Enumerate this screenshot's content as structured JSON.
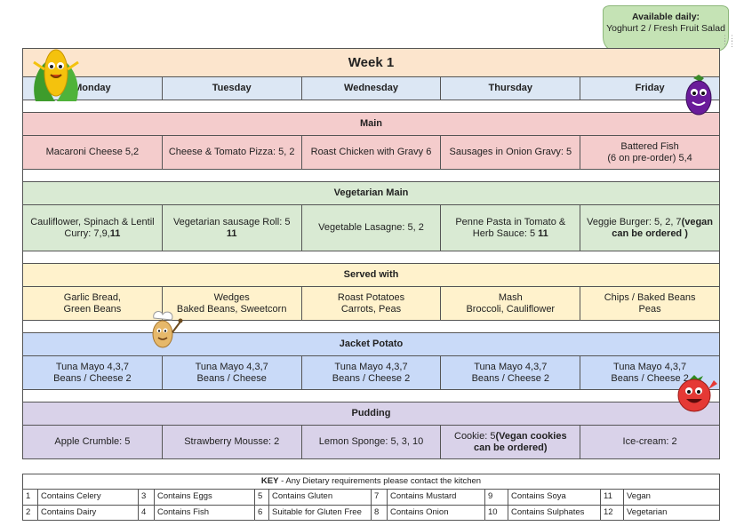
{
  "available": {
    "title": "Available daily:",
    "text": "Yoghurt 2 / Fresh Fruit Salad"
  },
  "title": "Week 1",
  "days": [
    "Monday",
    "Tuesday",
    "Wednesday",
    "Thursday",
    "Friday"
  ],
  "sections": {
    "main": {
      "label": "Main",
      "items": [
        "Macaroni Cheese 5,2",
        "Cheese & Tomato Pizza: 5, 2",
        "Roast Chicken with Gravy 6",
        "Sausages in Onion Gravy: 5",
        "Battered Fish",
        "(6 on pre-order) 5,4"
      ]
    },
    "veg": {
      "label": "Vegetarian Main",
      "items": [
        "Cauliflower, Spinach & Lentil Curry: 7,9,",
        "11",
        "Vegetarian sausage Roll: 5",
        "11",
        "Vegetable Lasagne: 5, 2",
        "Penne Pasta in Tomato & Herb Sauce: 5 ",
        "11",
        "Veggie Burger: 5, 2, 7",
        "(vegan can be ordered )"
      ]
    },
    "served": {
      "label": "Served with",
      "items": [
        "Garlic Bread,",
        "Green Beans",
        "Wedges",
        "Baked Beans, Sweetcorn",
        "Roast Potatoes",
        "Carrots, Peas",
        "Mash",
        "Broccoli, Cauliflower",
        "Chips / Baked Beans",
        "Peas"
      ]
    },
    "jacket": {
      "label": "Jacket Potato",
      "items": [
        "Tuna Mayo 4,3,7",
        "Beans / Cheese 2",
        "Tuna Mayo 4,3,7",
        "Beans / Cheese",
        "Tuna Mayo 4,3,7",
        "Beans / Cheese 2",
        "Tuna Mayo 4,3,7",
        "Beans / Cheese 2",
        "Tuna Mayo 4,3,7",
        "Beans / Cheese 2"
      ]
    },
    "pudding": {
      "label": "Pudding",
      "items": [
        "Apple Crumble: 5",
        "Strawberry Mousse: 2",
        "Lemon Sponge: 5, 3, 10",
        "Cookie: 5",
        "(Vegan cookies can be ordered)",
        "Ice-cream: 2"
      ]
    }
  },
  "key": {
    "heading_bold": "KEY",
    "heading_rest": " - Any Dietary requirements please contact the kitchen",
    "entries": [
      {
        "n": "1",
        "label": "Contains Celery"
      },
      {
        "n": "3",
        "label": "Contains Eggs"
      },
      {
        "n": "5",
        "label": "Contains Gluten"
      },
      {
        "n": "7",
        "label": "Contains Mustard"
      },
      {
        "n": "9",
        "label": "Contains Soya"
      },
      {
        "n": "11",
        "label": "Vegan"
      },
      {
        "n": "2",
        "label": "Contains Dairy"
      },
      {
        "n": "4",
        "label": "Contains Fish"
      },
      {
        "n": "6",
        "label": "Suitable for Gluten Free"
      },
      {
        "n": "8",
        "label": "Contains Onion"
      },
      {
        "n": "10",
        "label": "Contains Sulphates"
      },
      {
        "n": "12",
        "label": "Vegetarian"
      }
    ]
  },
  "decorations": [
    "corn-icon",
    "aubergine-icon",
    "potato-chef-icon",
    "tomato-icon"
  ],
  "colors": {
    "title": "#fce5cd",
    "days": "#dce7f4",
    "main": "#f4cccc",
    "veg": "#d9ead3",
    "served": "#fff2cc",
    "jacket": "#c9daf8",
    "pudding": "#d9d2e9",
    "available": "#c5e3b5"
  }
}
